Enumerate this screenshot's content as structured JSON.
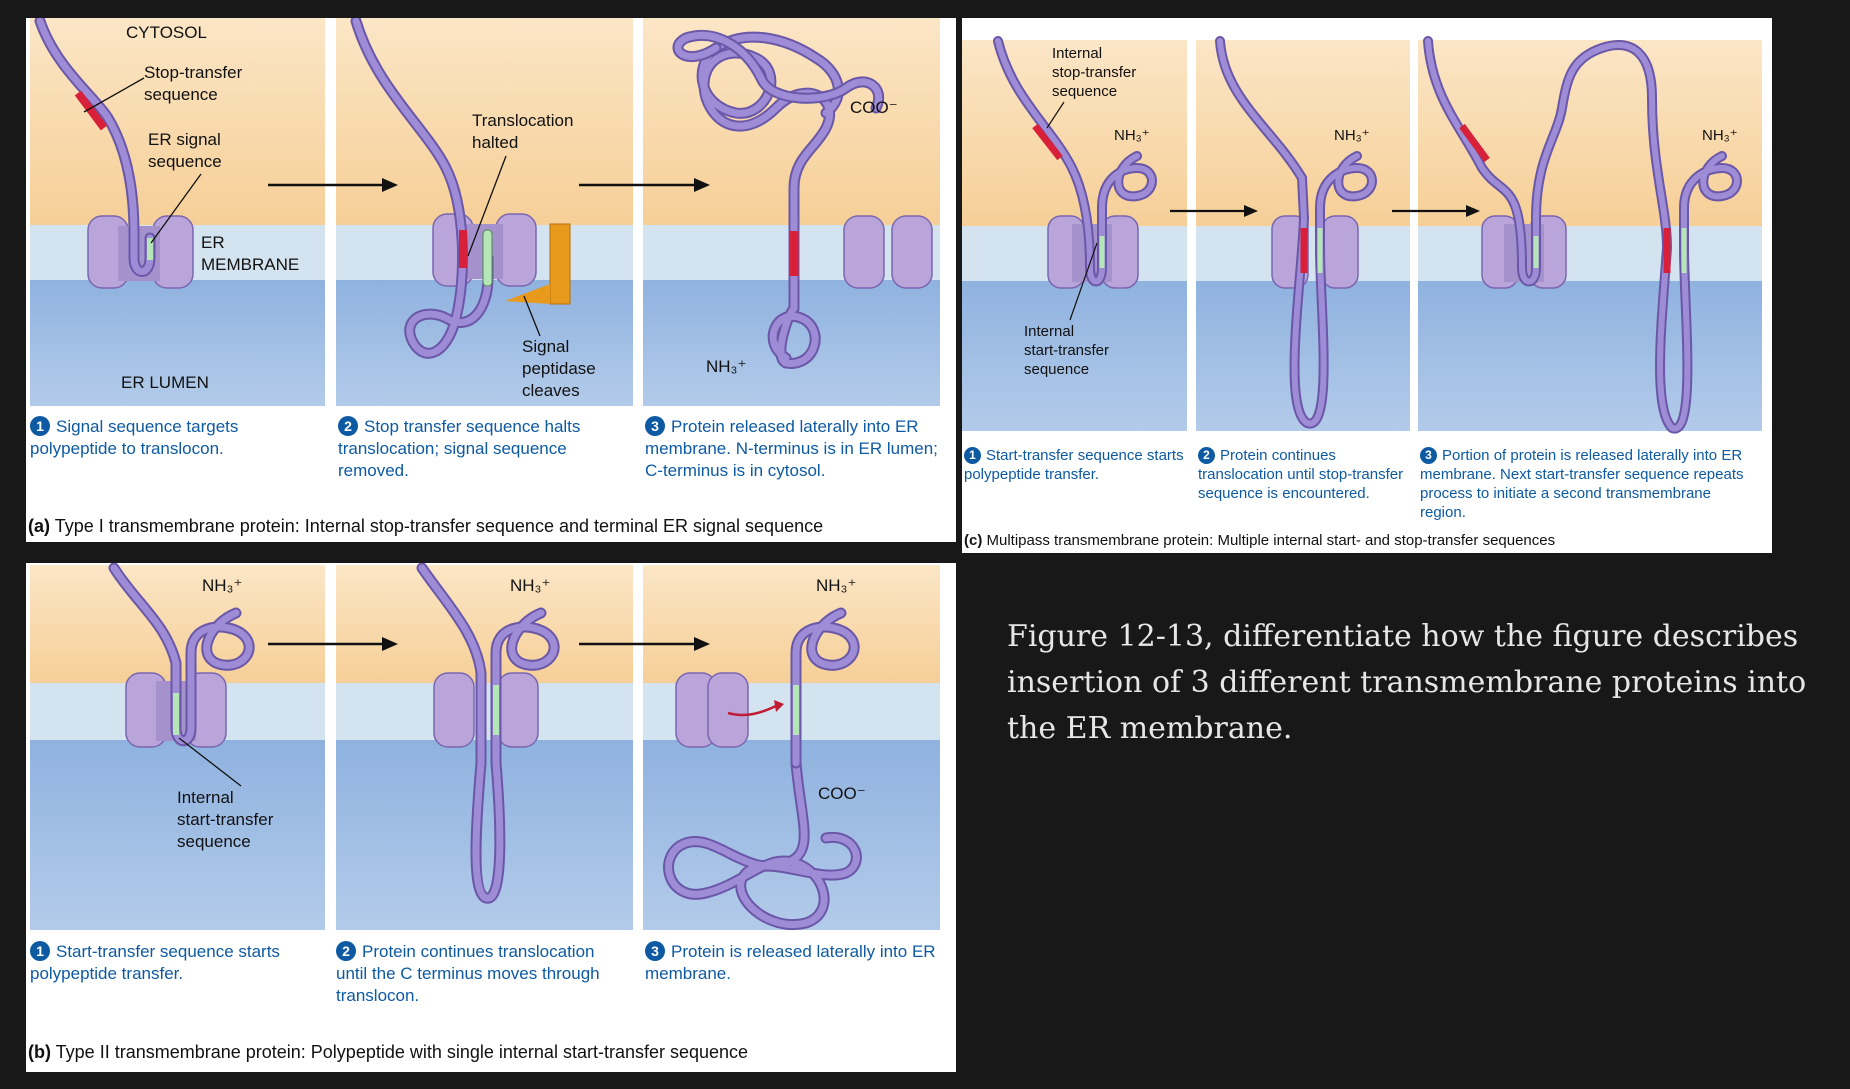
{
  "figure_a": {
    "title_label": "(a)",
    "title_text": "Type I transmembrane protein: Internal stop-transfer sequence and terminal ER signal sequence",
    "labels": {
      "cytosol": "CYTOSOL",
      "stop_transfer_1": "Stop-transfer",
      "stop_transfer_2": "sequence",
      "er_signal_1": "ER signal",
      "er_signal_2": "sequence",
      "er_membrane_1": "ER",
      "er_membrane_2": "MEMBRANE",
      "er_lumen": "ER LUMEN",
      "halted_1": "Translocation",
      "halted_2": "halted",
      "peptidase_1": "Signal",
      "peptidase_2": "peptidase",
      "peptidase_3": "cleaves",
      "coo": "COO⁻",
      "nh3": "NH₃⁺"
    },
    "captions": [
      {
        "num": "1",
        "text": "Signal sequence targets polypeptide to translocon."
      },
      {
        "num": "2",
        "text": "Stop transfer sequence halts translocation; signal sequence removed."
      },
      {
        "num": "3",
        "text": "Protein released laterally into ER membrane. N-terminus is in ER lumen; C-terminus is in cytosol."
      }
    ]
  },
  "figure_b": {
    "title_label": "(b)",
    "title_text": "Type II transmembrane protein: Polypeptide with single internal start-transfer sequence",
    "labels": {
      "nh3": "NH₃⁺",
      "coo": "COO⁻",
      "start_1": "Internal",
      "start_2": "start-transfer",
      "start_3": "sequence"
    },
    "captions": [
      {
        "num": "1",
        "text": "Start-transfer sequence starts polypeptide transfer."
      },
      {
        "num": "2",
        "text": "Protein continues translocation until the C terminus moves through translocon."
      },
      {
        "num": "3",
        "text": "Protein is released laterally into ER membrane."
      }
    ]
  },
  "figure_c": {
    "title_label": "(c)",
    "title_text": "Multipass transmembrane protein: Multiple internal start- and stop-transfer sequences",
    "labels": {
      "stop_1": "Internal",
      "stop_2": "stop-transfer",
      "stop_3": "sequence",
      "start_1": "Internal",
      "start_2": "start-transfer",
      "start_3": "sequence",
      "nh3": "NH₃⁺"
    },
    "captions": [
      {
        "num": "1",
        "text": "Start-transfer sequence starts polypeptide transfer."
      },
      {
        "num": "2",
        "text": "Protein continues translocation until stop-transfer sequence is encountered."
      },
      {
        "num": "3",
        "text": "Portion of protein is released laterally into ER membrane. Next start-transfer sequence repeats process to initiate a second transmembrane region."
      }
    ]
  },
  "prompt_text": "Figure 12-13, differentiate how the figure describes insertion of 3 different transmembrane proteins into the ER membrane.",
  "colors": {
    "cytosol": "#f8d8a8",
    "membrane": "#cfe0ee",
    "lumen": "#9bbbe2",
    "chain": "#8f7fcc",
    "stop_seq": "#d8203a",
    "start_seq": "#b5e6b8",
    "peptidase": "#e89a1c",
    "caption": "#0d5aa3"
  }
}
